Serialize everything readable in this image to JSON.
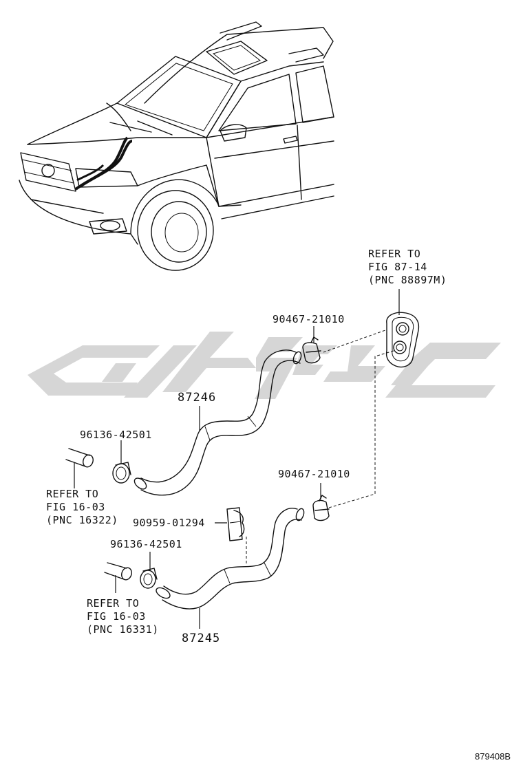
{
  "watermark": {
    "color": "#d4d4d4"
  },
  "labels": {
    "refer_grommet": [
      "REFER TO",
      "FIG 87-14",
      "(PNC 88897M)"
    ],
    "clamp_upper": "90467-21010",
    "hose_upper": "87246",
    "band_upper": "96136-42501",
    "refer_pipe_upper": [
      "REFER TO",
      "FIG 16-03",
      "(PNC 16322)"
    ],
    "clamp_lower": "90467-21010",
    "clip": "90959-01294",
    "band_lower": "96136-42501",
    "refer_pipe_lower": [
      "REFER TO",
      "FIG 16-03",
      "(PNC 16331)"
    ],
    "hose_lower": "87245",
    "diagram_id": "879408B"
  }
}
